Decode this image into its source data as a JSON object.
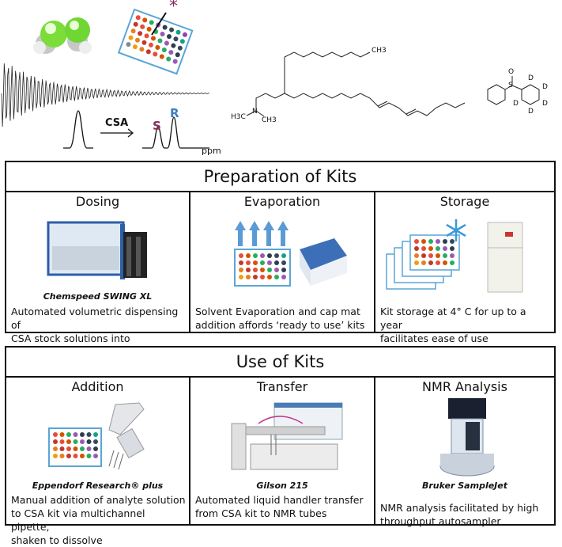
{
  "header": {
    "nmr_labels": {
      "reagent": "CSA",
      "peak_s": "S",
      "peak_r": "R",
      "axis": "ppm"
    },
    "molecule_labels": {
      "ch3_top": "CH3",
      "ch3_bottom": "CH3",
      "n_label": "N",
      "h3c_left": "H3C",
      "sulfoxide_s": "S",
      "sulfoxide_o": "O",
      "deuterium": [
        "D",
        "D",
        "D",
        "D",
        "D"
      ]
    },
    "plate_marker": "*"
  },
  "sections": [
    {
      "title": "Preparation of Kits",
      "panels": [
        {
          "title": "Dosing",
          "device": "Chemspeed SWING XL",
          "desc": [
            "Automated volumetric dispensing of",
            "CSA stock solutions into microplates"
          ]
        },
        {
          "title": "Evaporation",
          "device": "",
          "desc": [
            "Solvent Evaporation and cap mat",
            "addition affords ‘ready to use’ kits"
          ]
        },
        {
          "title": "Storage",
          "device": "",
          "desc": [
            "Kit storage at 4° C for up to a year",
            "facilitates ease of use"
          ]
        }
      ]
    },
    {
      "title": "Use of Kits",
      "panels": [
        {
          "title": "Addition",
          "device": "Eppendorf Research® plus",
          "desc": [
            "Manual addition of analyte solution",
            "to CSA kit via multichannel pipette,",
            "shaken to dissolve"
          ]
        },
        {
          "title": "Transfer",
          "device": "Gilson 215",
          "desc": [
            "Automated liquid handler transfer",
            "from CSA kit to NMR tubes"
          ]
        },
        {
          "title": "NMR Analysis",
          "device": "Bruker SampleJet",
          "desc": [
            "NMR analysis facilitated by high",
            "throughput autosampler"
          ]
        }
      ]
    }
  ],
  "colors": {
    "s_peak": "#8b2a5b",
    "r_peak": "#3a7fc1",
    "border": "#111111",
    "arrow_blue": "#5b9bd5"
  }
}
